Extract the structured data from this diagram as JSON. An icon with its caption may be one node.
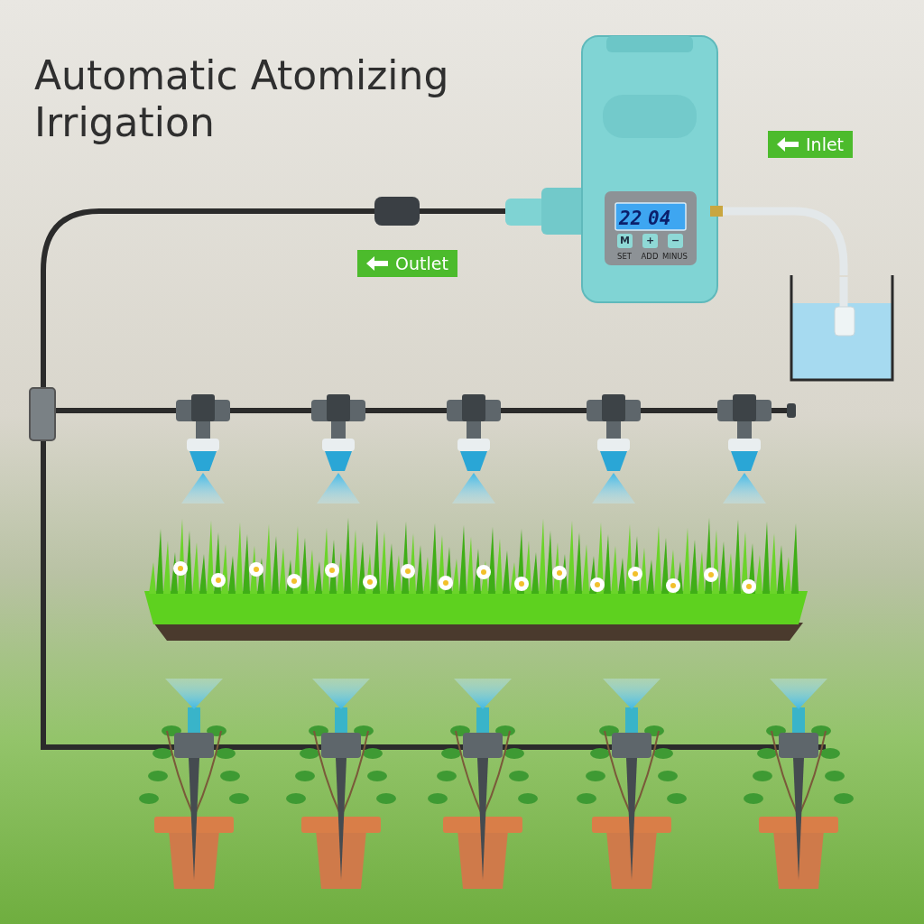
{
  "diagram": {
    "title": "Automatic Atomizing Irrigation",
    "nodes": [
      {
        "text": [],
        "shape": "picture"
      },
      {
        "text": [],
        "shape": "picture"
      }
    ],
    "edges": [
      {
        "from": 1,
        "to": 0,
        "arrow": "none"
      }
    ],
    "labels": [
      "Inlet",
      "22",
      "04",
      "M",
      "+",
      "−",
      "SET",
      "ADD",
      "MINUS",
      "Outlet"
    ]
  }
}
